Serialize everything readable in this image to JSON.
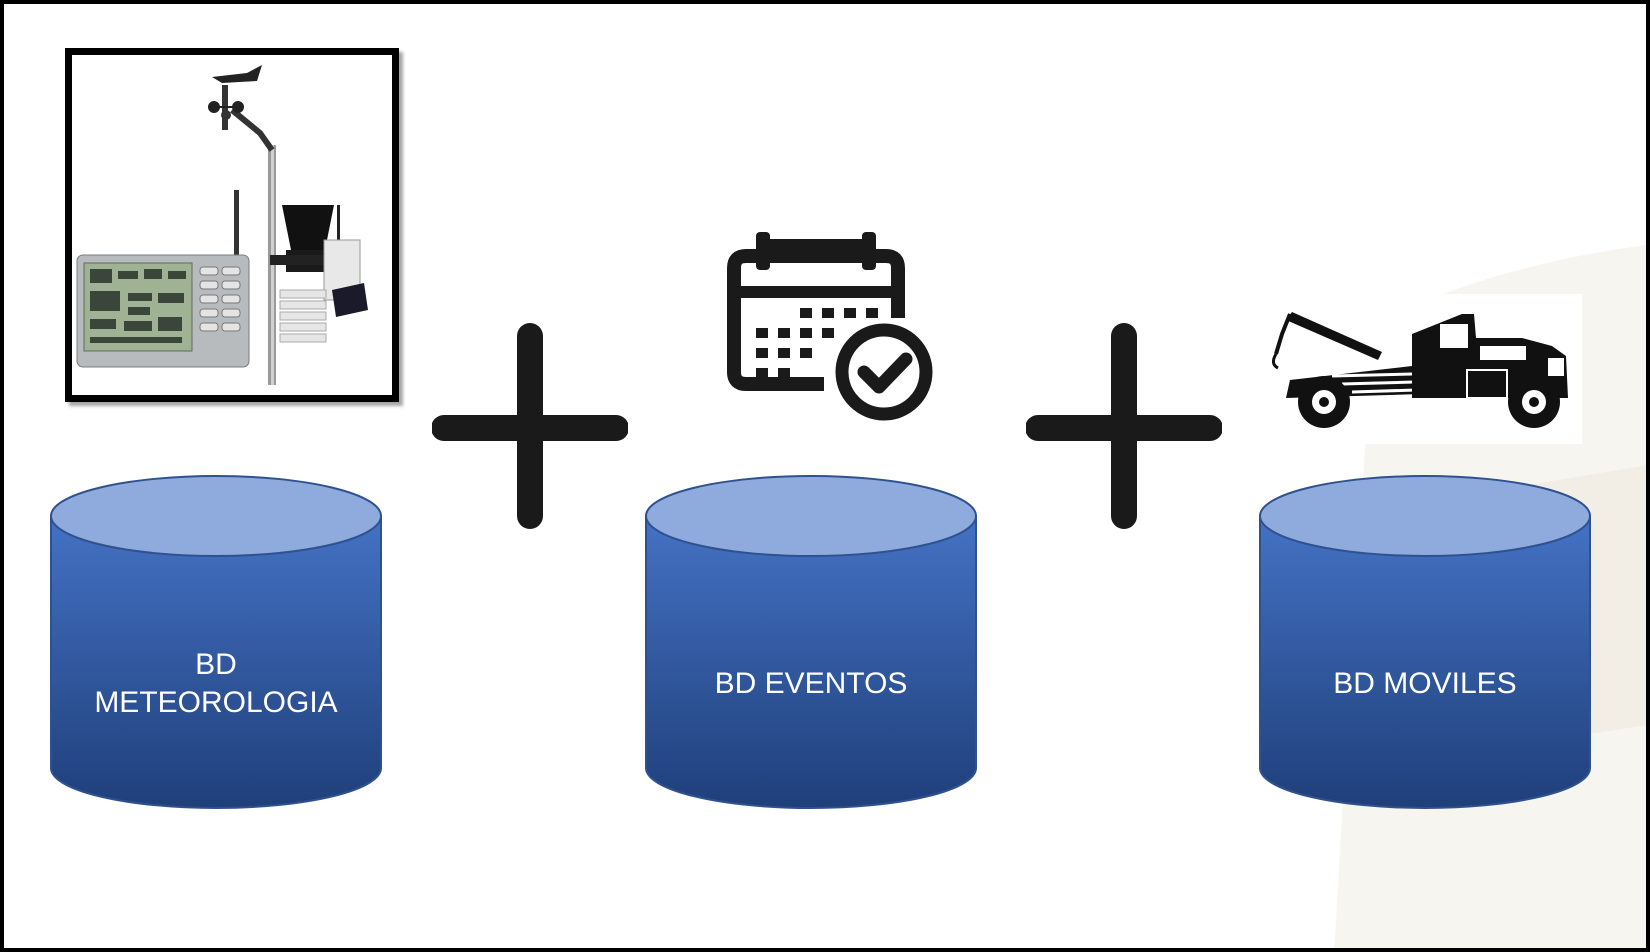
{
  "databases": [
    {
      "id": "meteorologia",
      "label": "BD\nMETEOROLOGIA"
    },
    {
      "id": "eventos",
      "label": "BD EVENTOS"
    },
    {
      "id": "moviles",
      "label": "BD MOVILES"
    }
  ],
  "icons": [
    "weather-station-icon",
    "plus-icon",
    "calendar-check-icon",
    "plus-icon",
    "tow-truck-icon"
  ],
  "colors": {
    "cylinder_top": "#8faadc",
    "cylinder_body_top": "#4472c4",
    "cylinder_body_bottom": "#1f3f7a",
    "cylinder_stroke": "#2f528f",
    "plus": "#1a1a1a"
  }
}
